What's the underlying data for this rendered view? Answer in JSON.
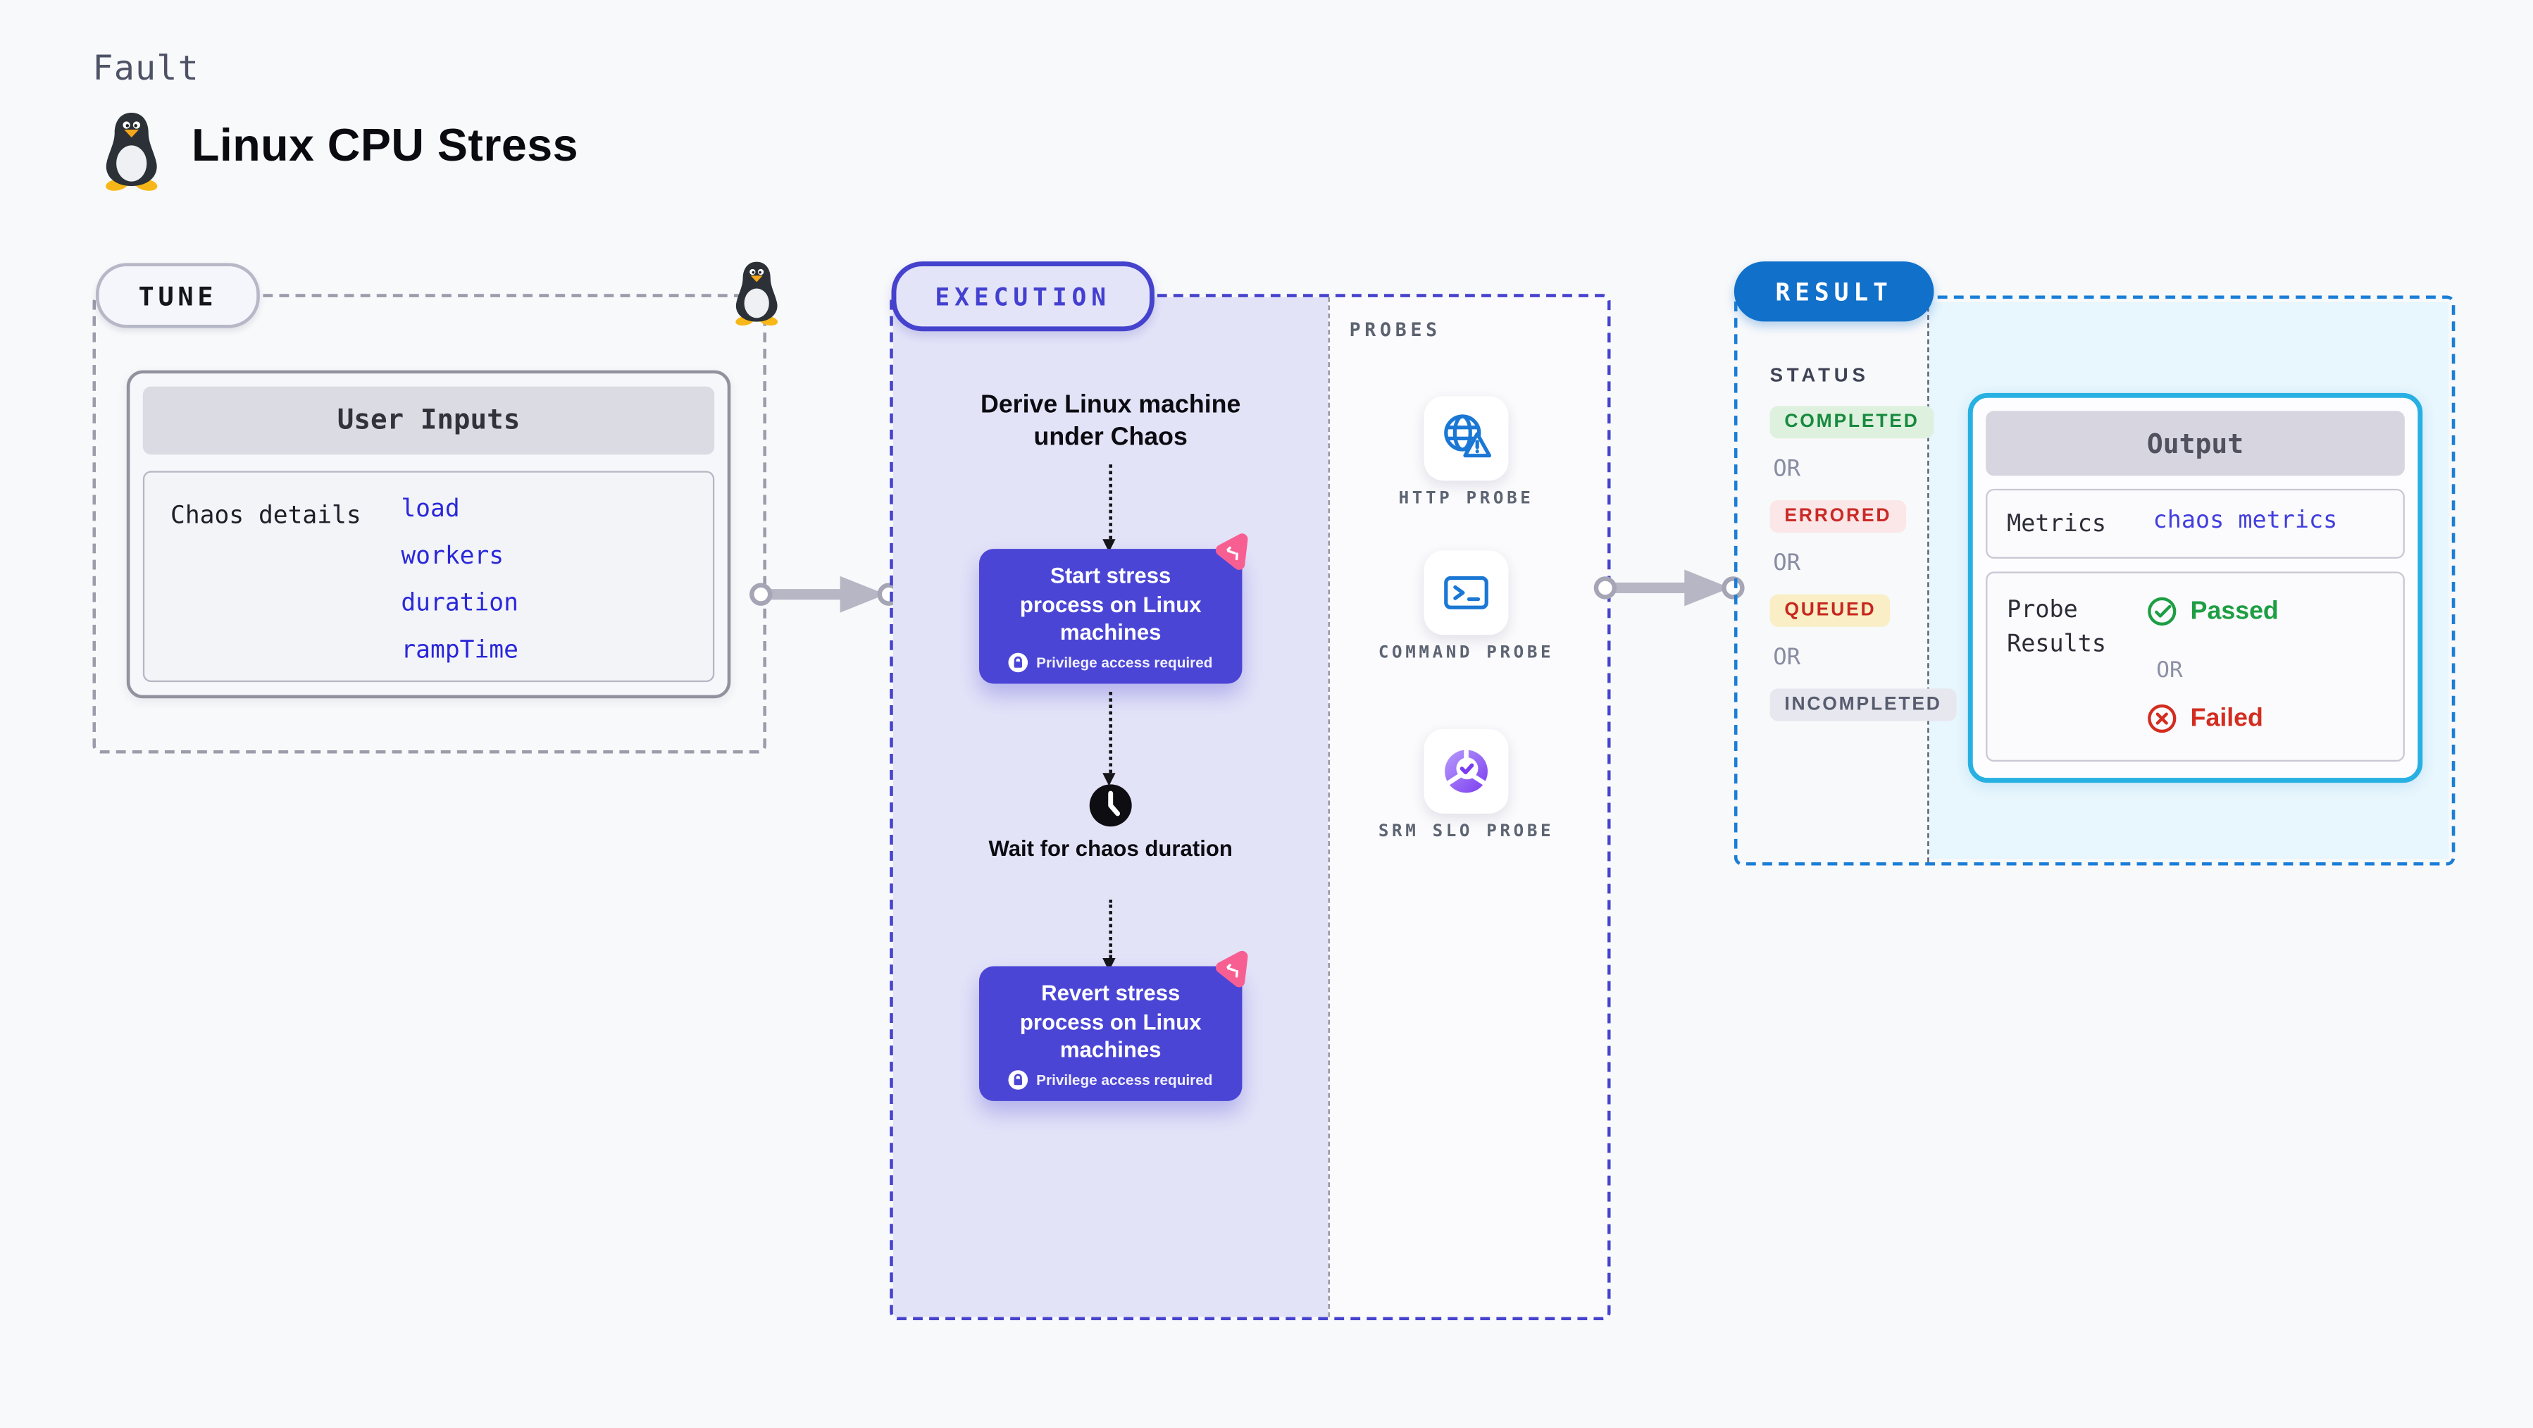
{
  "header": {
    "kicker": "Fault",
    "title": "Linux CPU Stress"
  },
  "tune": {
    "pill": "TUNE",
    "card_title": "User Inputs",
    "row_label": "Chaos details",
    "inputs": [
      "load",
      "workers",
      "duration",
      "rampTime"
    ]
  },
  "execution": {
    "pill": "EXECUTION",
    "derive_label": "Derive Linux machine under Chaos",
    "start_box": {
      "title": "Start stress process on Linux machines",
      "badge": "Privilege access required"
    },
    "wait_label": "Wait for chaos duration",
    "revert_box": {
      "title": "Revert stress process on Linux machines",
      "badge": "Privilege access required"
    }
  },
  "probes": {
    "label": "PROBES",
    "items": [
      {
        "name": "HTTP PROBE",
        "icon": "globe-alert-icon"
      },
      {
        "name": "COMMAND PROBE",
        "icon": "terminal-icon"
      },
      {
        "name": "SRM SLO PROBE",
        "icon": "slo-donut-icon"
      }
    ]
  },
  "result": {
    "pill": "RESULT",
    "status_label": "STATUS",
    "or_label": "OR",
    "statuses": [
      {
        "label": "COMPLETED",
        "fg": "#178a3e",
        "bg": "#def1de"
      },
      {
        "label": "ERRORED",
        "fg": "#c92a26",
        "bg": "#fbe7e7"
      },
      {
        "label": "QUEUED",
        "fg": "#c6281f",
        "bg": "#f9eec5"
      },
      {
        "label": "INCOMPLETED",
        "fg": "#575c6e",
        "bg": "#e7e7ef"
      }
    ],
    "output": {
      "title": "Output",
      "metrics_label": "Metrics",
      "metrics_link": "chaos metrics",
      "probe_results_label": "Probe Results",
      "passed": "Passed",
      "or_label": "OR",
      "failed": "Failed"
    }
  },
  "colors": {
    "accent_indigo": "#4542cd",
    "node_indigo": "#4b45d6",
    "lavender": "#e3e3f8",
    "pink": "#f75f92",
    "probe_blue": "#1b77d4",
    "slo_purple": "#7b3bf0",
    "result_blue": "#1170ca",
    "cyan_border": "#27b0e2",
    "cyan_bg": "#e8f6fd",
    "link_blue": "#2a28d9",
    "green": "#1d9e43",
    "red": "#d32d20",
    "gray_border": "#9c9caa",
    "arrow_gray": "#b6b6c4",
    "page_bg": "#f8f9fb"
  }
}
